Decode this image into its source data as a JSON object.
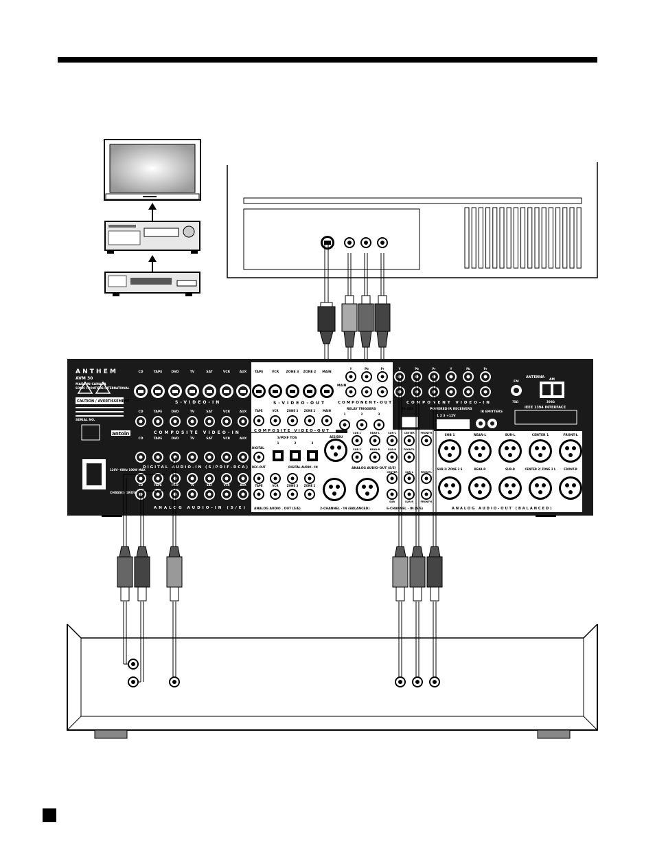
{
  "brand": {
    "name": "A N T H E M",
    "model": "AVM 30",
    "made_in": "MADE IN CANADA",
    "company": "SONIC FRONTIERS INTERNATIONAL",
    "caution": "CAUTION / AVERTISSEMENT",
    "serial": "SERIAL NO.",
    "logo": "antoin",
    "chassis": "CHASSIS GROUND"
  },
  "svideo_in": {
    "inputs": [
      "CD",
      "TAPE",
      "DVD",
      "TV",
      "SAT",
      "VCR",
      "AUX"
    ],
    "label": "S-VIDEO-IN"
  },
  "svideo_out": {
    "outputs": [
      "TAPE",
      "VCR",
      "ZONE 3",
      "ZONE 2",
      "MAIN"
    ],
    "label": "S-VIDEO-OUT"
  },
  "component_out": {
    "label": "COMPONENT-OUT",
    "main": "MAIN",
    "jacks": [
      "Y",
      "Pb",
      "Pr"
    ]
  },
  "component_in": {
    "label": "COMPONENT VIDEO-IN",
    "jacks": [
      "Y",
      "Pb",
      "Pr",
      "Y",
      "Pb",
      "Pr"
    ]
  },
  "antenna": {
    "label": "ANTENNA",
    "fm": "FM",
    "am": "AM",
    "fm_ohm": "75Ω",
    "am_ohm": "300Ω"
  },
  "ieee": {
    "label": "IEEE 1394 INTERFACE"
  },
  "composite_in": {
    "inputs": [
      "CD",
      "TAPE",
      "DVD",
      "TV",
      "SAT",
      "VCR",
      "AUX"
    ],
    "label": "COMPOSITE VIDEO-IN"
  },
  "composite_out": {
    "outputs": [
      "TAPE",
      "VCR",
      "ZONE 3",
      "ZONE 2",
      "MAIN"
    ],
    "label": "COMPOSITE VIDEO-OUT"
  },
  "relay": {
    "label": "RELAY TRIGGERS",
    "nums": [
      "1",
      "2",
      "3"
    ]
  },
  "rs232": {
    "label": "RS-232"
  },
  "powered_ir": {
    "label": "POWERED IR RECEIVERS",
    "nums": "1  2  3 +12V"
  },
  "ir_emitters": {
    "label": "IR EMITTERS"
  },
  "digital_in": {
    "label": "DIGITAL AUDIO-IN (S/PDIF-RCA)",
    "inputs": [
      "CD",
      "TAPE",
      "DVD",
      "TV",
      "SAT",
      "VCR",
      "AUX"
    ]
  },
  "digital_out": {
    "label": "DIGITAL",
    "rec_out": "REC-OUT"
  },
  "spdif_tos": {
    "label": "S/PDIF TOS",
    "nums": [
      "1",
      "2",
      "3"
    ],
    "section": "DIGITAL AUDIO - IN"
  },
  "aes": {
    "label": "AES/EBU"
  },
  "analog_in": {
    "label": "ANALOG AUDIO-IN (S/E)",
    "inputs": [
      "CD",
      "TAPE",
      "DVD",
      "TV",
      "SAT",
      "VCR",
      "AUX"
    ]
  },
  "analog_out_se": {
    "label": "ANALOG AUDIO . OUT (S/E)",
    "jacks": [
      "TAPE",
      "VCR",
      "ZONE 3",
      "ZONE 2"
    ]
  },
  "two_ch_in": {
    "label": "2-CHANNEL - IN (BALANCED)"
  },
  "six_ch_in": {
    "label": "6-CHANNEL - IN (S/E)",
    "jacks": [
      "CENTER",
      "SUB",
      "SUR-L",
      "SUR-R",
      "FRONT-L",
      "FRONT-R"
    ]
  },
  "analog_out_small": {
    "label": "ANALOG AUDIO-OUT (S/E)",
    "jacks": [
      "SUB 1",
      "SUB 2",
      "REAR-L",
      "REAR-R",
      "SUR-L",
      "SUR-R",
      "CENTER",
      "FRONT-L",
      "FRONT-R"
    ]
  },
  "balanced_out": {
    "label": "ANALOG AUDIO-OUT (BALANCED)",
    "top": [
      "SUB 1",
      "REAR-L",
      "SUR-L",
      "CENTER 1",
      "FRONT-L"
    ],
    "bottom": [
      "SUB 2/ ZONE 2 S",
      "REAR-R",
      "SUR-R",
      "CENTER 2/ ZONE 2 L",
      "FRONT-R"
    ]
  },
  "power": {
    "label": "120V~60Hz 100W MAX"
  },
  "colors": {
    "ink": "#000000",
    "panel": "#1a1a1a",
    "plug_dark": "#555555",
    "plug_light": "#999999",
    "paper": "#ffffff"
  }
}
